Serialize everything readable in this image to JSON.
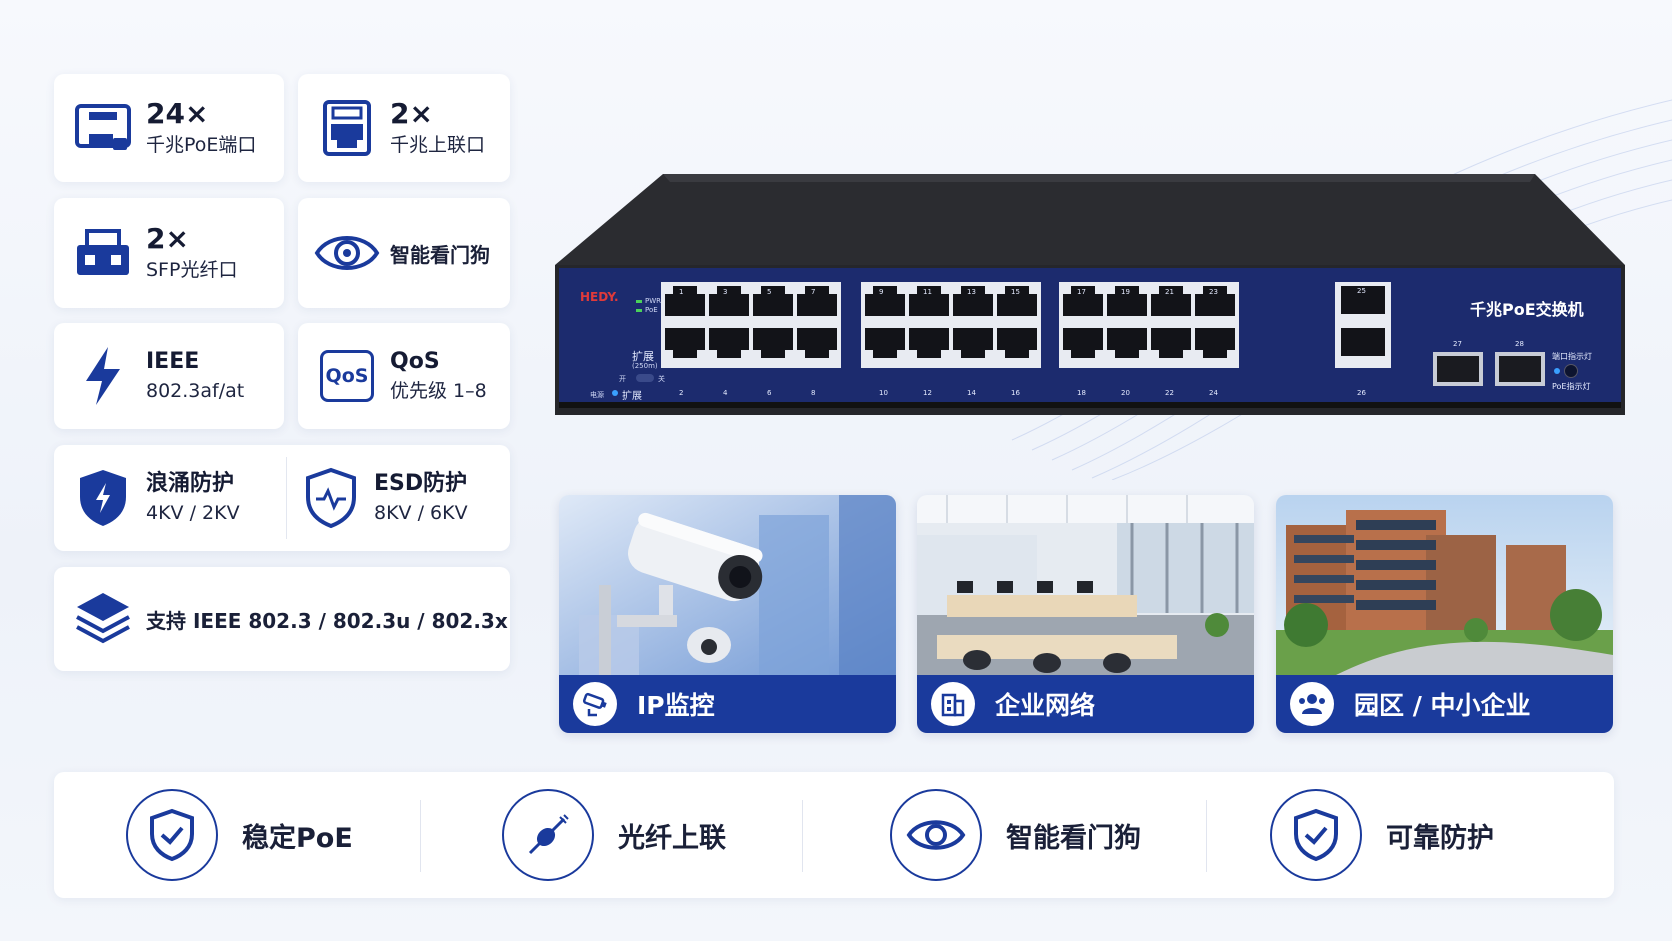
{
  "spec_cards": [
    {
      "id": "poe-ports",
      "big": "24×",
      "small": "千兆PoE端口"
    },
    {
      "id": "uplink",
      "big": "2×",
      "small": "千兆上联口"
    },
    {
      "id": "sfp",
      "big": "2×",
      "small": "SFP光纤口"
    },
    {
      "id": "watchdog",
      "single": "智能看门狗"
    },
    {
      "id": "ieee",
      "mid": "IEEE",
      "small": "802.3af/at"
    },
    {
      "id": "qos",
      "mid": "QoS",
      "small": "优先级 1–8",
      "badge": "QoS"
    },
    {
      "id": "surge",
      "mid": "浪涌防护",
      "small": "4KV / 2KV"
    },
    {
      "id": "esd",
      "mid": "ESD防护",
      "small": "8KV / 6KV"
    },
    {
      "id": "standards",
      "single": "支持 IEEE 802.3 / 802.3u / 802.3x"
    }
  ],
  "switch": {
    "brand": "HEDY.",
    "title": "千兆PoE交换机",
    "led_pwr": "PWR",
    "led_poe": "PoE",
    "extend_label": "扩展",
    "extend_sub": "(250m)",
    "extend_on": "开",
    "extend_off": "关",
    "power_label": "电源",
    "extend_led_label": "扩展",
    "top_port_numbers": [
      "1",
      "3",
      "5",
      "7",
      "9",
      "11",
      "13",
      "15",
      "17",
      "19",
      "21",
      "23"
    ],
    "bottom_port_numbers": [
      "2",
      "4",
      "6",
      "8",
      "10",
      "12",
      "14",
      "16",
      "18",
      "20",
      "22",
      "24"
    ],
    "uplink_top": "25",
    "uplink_bottom": "26",
    "sfp_labels": [
      "27",
      "28"
    ],
    "port_led_label": "端口指示灯",
    "poe_led_label": "PoE指示灯"
  },
  "applications": [
    {
      "label": "IP监控",
      "icon": "camera-icon"
    },
    {
      "label": "企业网络",
      "icon": "building-icon"
    },
    {
      "label": "园区 / 中小企业",
      "icon": "users-icon"
    }
  ],
  "features": [
    {
      "label": "稳定PoE",
      "icon": "shield-check-icon"
    },
    {
      "label": "光纤上联",
      "icon": "fiber-icon"
    },
    {
      "label": "智能看门狗",
      "icon": "eye-icon"
    },
    {
      "label": "可靠防护",
      "icon": "shield-check-icon"
    }
  ],
  "colors": {
    "accent": "#1a3a9c",
    "switch_panel": "#1b2a6b",
    "switch_body": "#2a2b2e"
  }
}
